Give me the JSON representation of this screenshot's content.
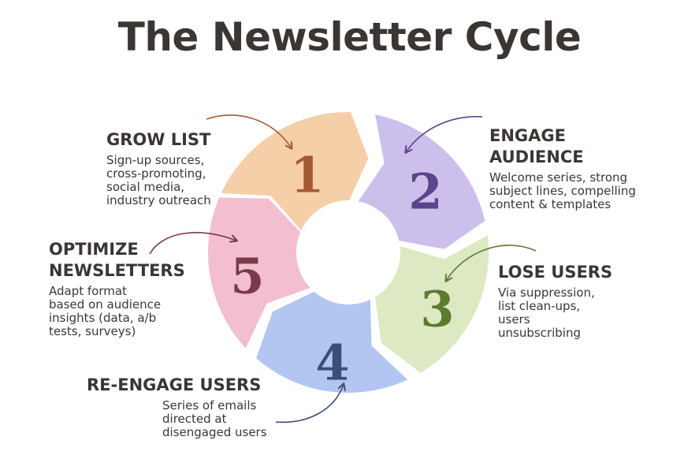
{
  "title": "The Newsletter Cycle",
  "colors": {
    "stage1": "#f5cfa8",
    "stage2": "#cdbfec",
    "stage3": "#dde9c3",
    "stage4": "#b2c6f1",
    "stage5": "#f2bed0",
    "num1": "#a55a35",
    "num2": "#5b4488",
    "num3": "#5c7a30",
    "num4": "#3a4f78",
    "num5": "#7a3a4a",
    "arrow1": "#a55a35",
    "arrow2": "#5b4488",
    "arrow3": "#5c7a30",
    "arrow4": "#3a4f78",
    "arrow5": "#7a3a4a"
  },
  "stages": [
    {
      "number": "1",
      "heading": "GROW LIST",
      "description": "Sign-up sources,\ncross-promoting,\nsocial media,\nindustry outreach"
    },
    {
      "number": "2",
      "heading": "ENGAGE\nAUDIENCE",
      "description": "Welcome series, strong\nsubject lines, compelling\ncontent & templates"
    },
    {
      "number": "3",
      "heading": "LOSE USERS",
      "description": "Via suppression,\nlist clean-ups,\nusers\nunsubscribing"
    },
    {
      "number": "4",
      "heading": "RE-ENGAGE USERS",
      "description": "Series of emails\ndirected at\ndisengaged users"
    },
    {
      "number": "5",
      "heading": "OPTIMIZE\nNEWSLETTERS",
      "description": "Adapt format\nbased on audience\ninsights (data, a/b\ntests, surveys)"
    }
  ]
}
